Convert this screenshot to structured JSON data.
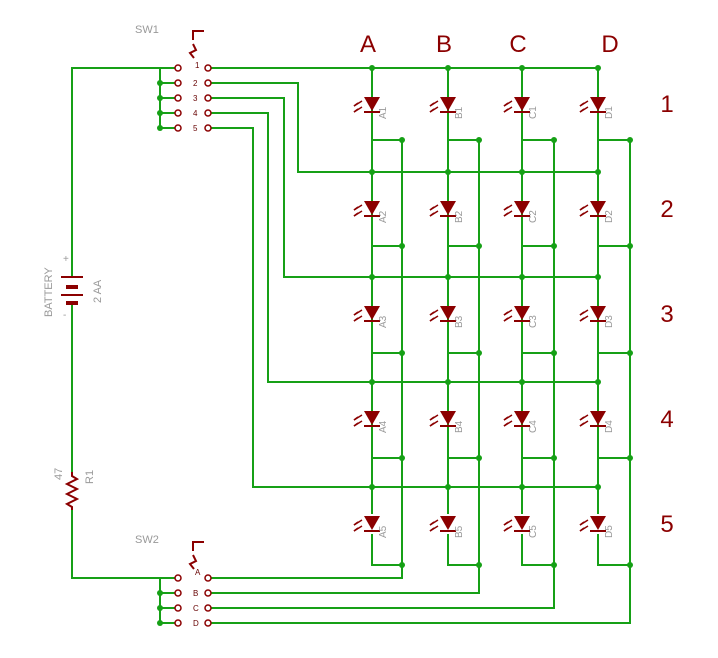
{
  "colors": {
    "wire": "#16a016",
    "part": "#8b0000",
    "label": "#999999",
    "background": "#ffffff"
  },
  "switches": {
    "sw1": {
      "name": "SW1",
      "pins": [
        "1",
        "2",
        "3",
        "4",
        "5"
      ]
    },
    "sw2": {
      "name": "SW2",
      "pins": [
        "A",
        "B",
        "C",
        "D"
      ]
    }
  },
  "battery": {
    "name": "BATTERY",
    "value": "2 AA",
    "plus": "+",
    "minus": "-"
  },
  "resistor": {
    "name": "R1",
    "value": "47"
  },
  "columns": [
    "A",
    "B",
    "C",
    "D"
  ],
  "rows": [
    "1",
    "2",
    "3",
    "4",
    "5"
  ],
  "leds": [
    [
      "A1",
      "B1",
      "C1",
      "D1"
    ],
    [
      "A2",
      "B2",
      "C2",
      "D2"
    ],
    [
      "A3",
      "B3",
      "C3",
      "D3"
    ],
    [
      "A4",
      "B4",
      "C4",
      "D4"
    ],
    [
      "A5",
      "B5",
      "C5",
      "D5"
    ]
  ]
}
